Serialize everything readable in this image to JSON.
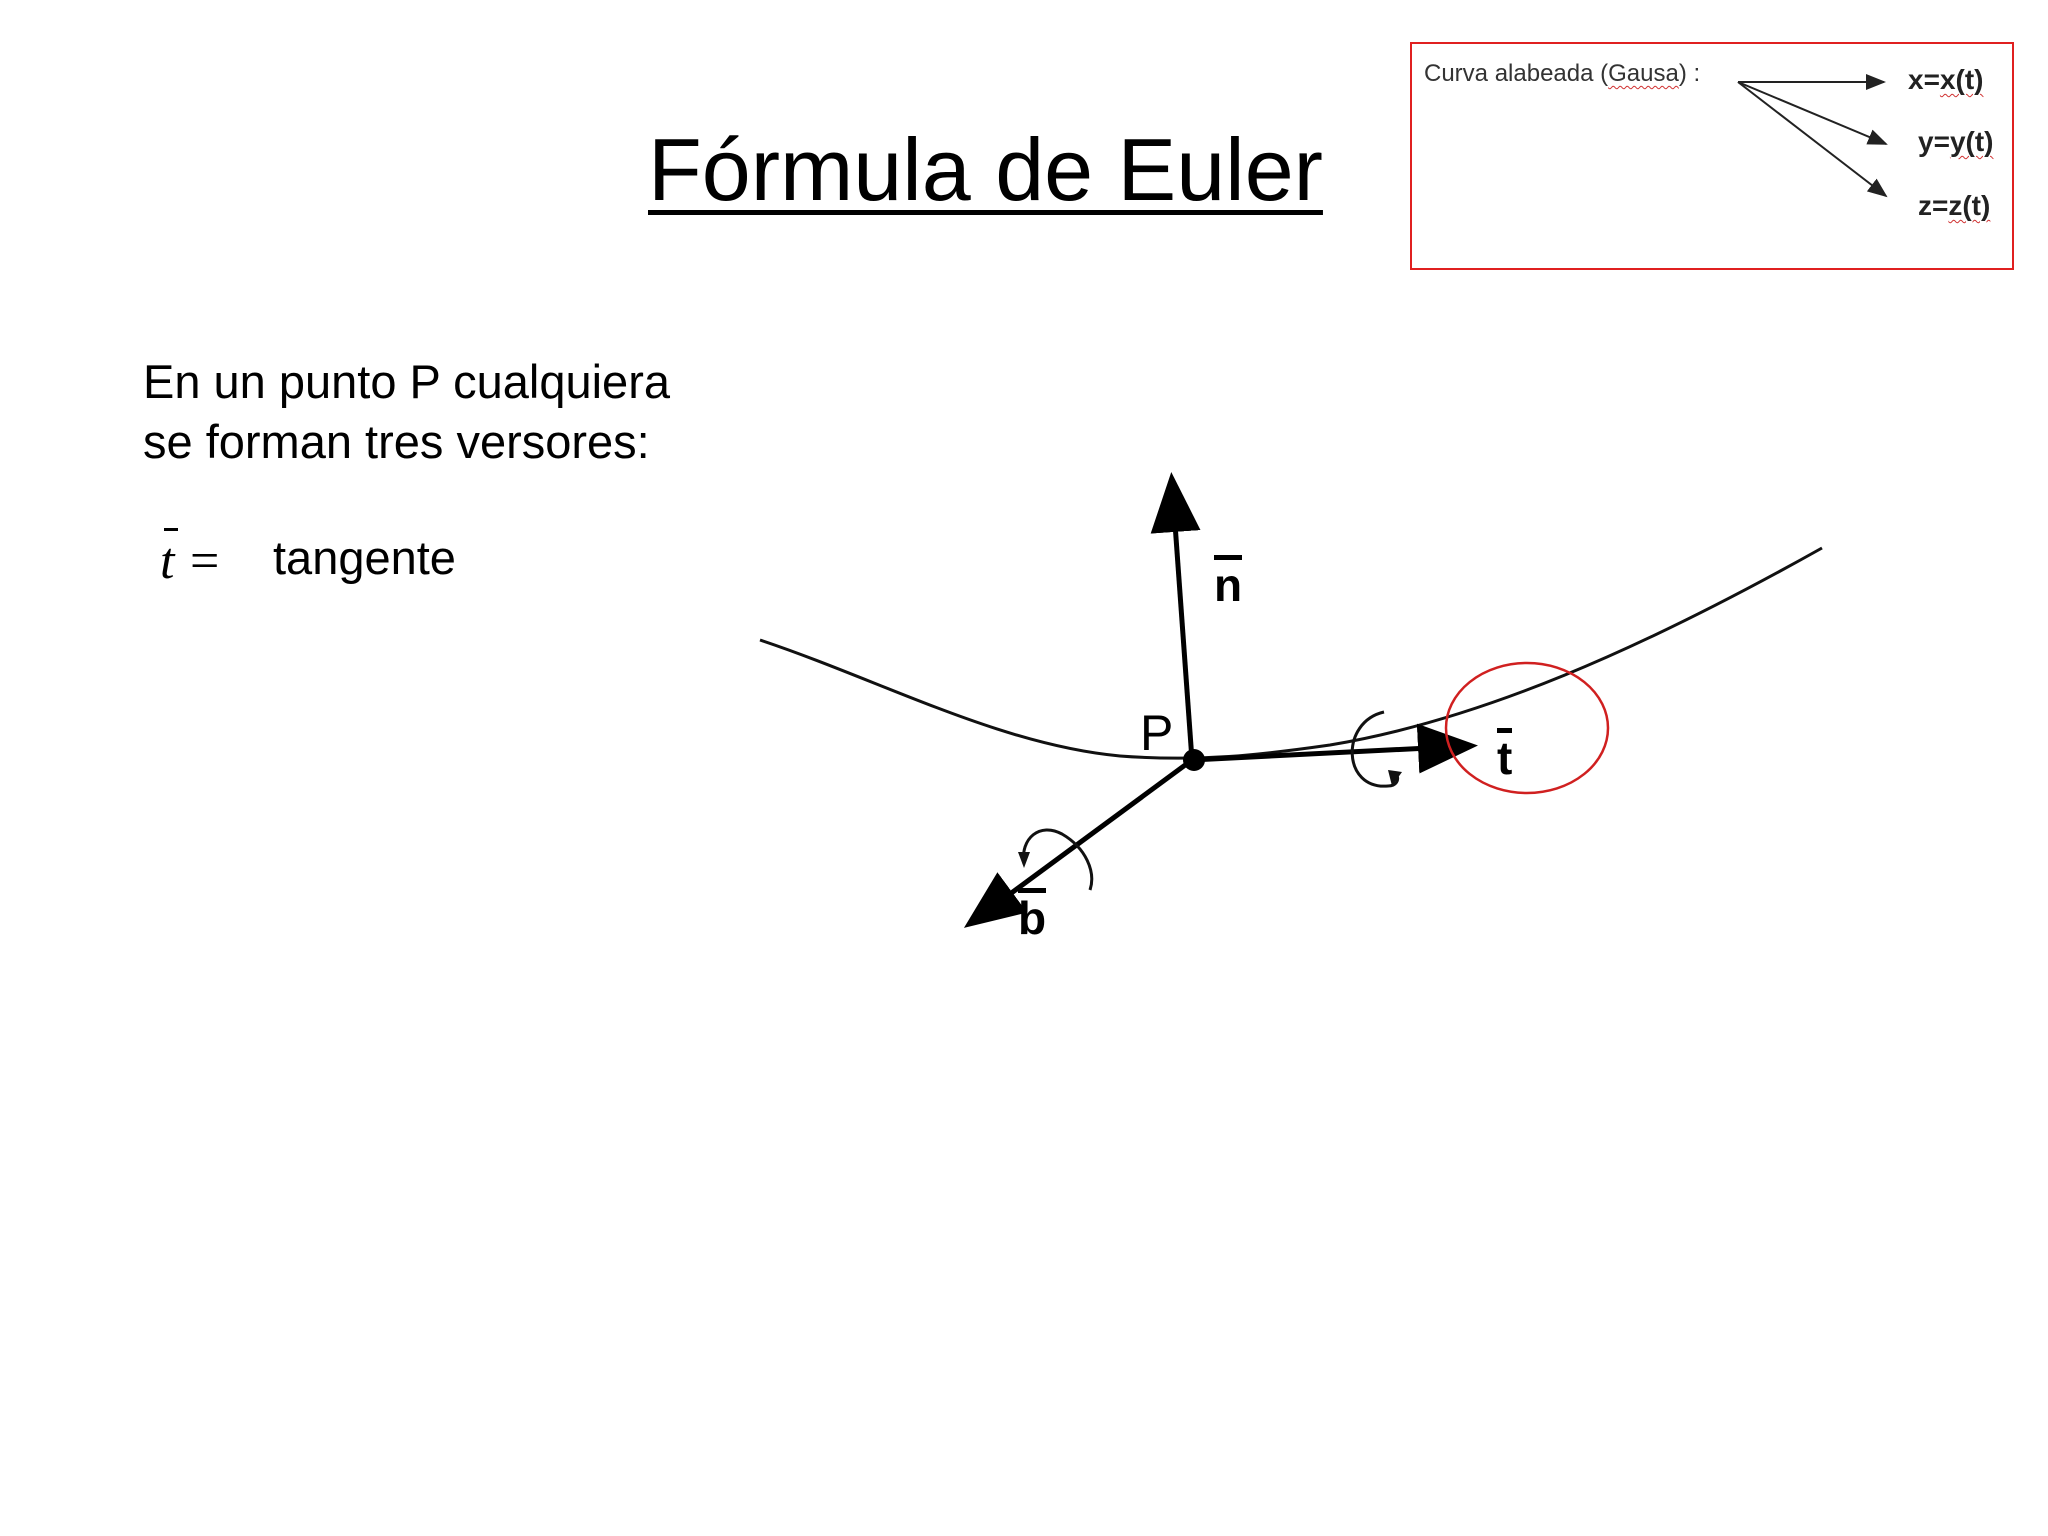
{
  "title": "Fórmula de Euler",
  "intro": {
    "line1": "En un punto P cualquiera",
    "line2": "se forman tres versores:"
  },
  "definition": {
    "symbol": "t",
    "equals": "=",
    "meaning": "tangente"
  },
  "inset": {
    "label_prefix": "Curva alabeada (",
    "label_word": "Gausa",
    "label_suffix": ") :",
    "equations": [
      {
        "lhs": "x=",
        "rhs": "x(t)"
      },
      {
        "lhs": "y=",
        "rhs": "y(t)"
      },
      {
        "lhs": "z=",
        "rhs": "z(t)"
      }
    ],
    "border_color": "#e02020"
  },
  "diagram": {
    "point_label": "P",
    "normal_label": "n",
    "tangent_label": "t",
    "binormal_label": "b",
    "highlight_color": "#d02020"
  }
}
